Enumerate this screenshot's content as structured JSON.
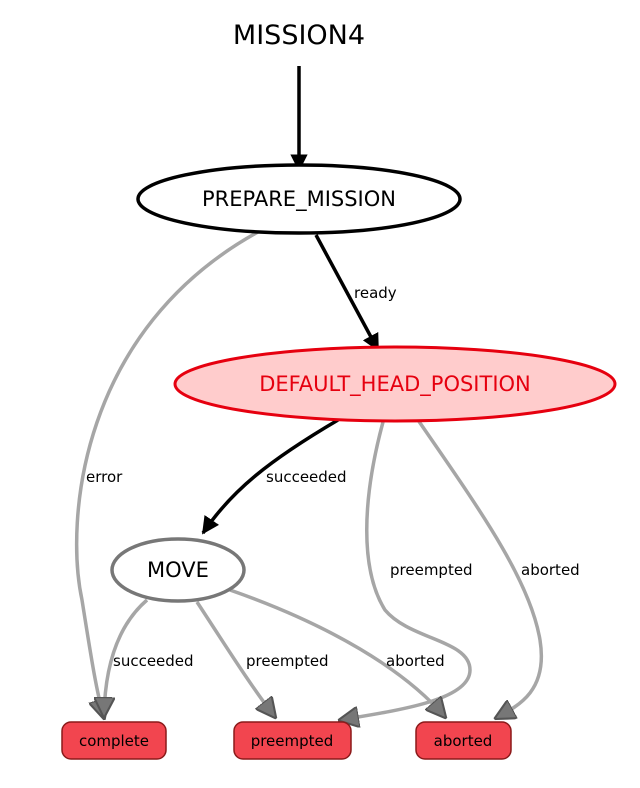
{
  "title": "MISSION4",
  "states": {
    "prepare_mission": "PREPARE_MISSION",
    "default_head_position": "DEFAULT_HEAD_POSITION",
    "move": "MOVE"
  },
  "outcomes": {
    "complete": "complete",
    "preempted": "preempted",
    "aborted": "aborted"
  },
  "transitions": {
    "prepare_ready": "ready",
    "prepare_error": "error",
    "dhp_succeeded": "succeeded",
    "dhp_preempted": "preempted",
    "dhp_aborted": "aborted",
    "move_succeeded": "succeeded",
    "move_preempted": "preempted",
    "move_aborted": "aborted"
  },
  "colors": {
    "active_fill": "#ffcccc",
    "active_stroke": "#e6000f",
    "active_text": "#e6000f",
    "outcome_fill": "#f2454f",
    "outcome_stroke": "#8b1a1a",
    "active_edge": "#000000",
    "inactive_edge": "#a6a6a6"
  }
}
